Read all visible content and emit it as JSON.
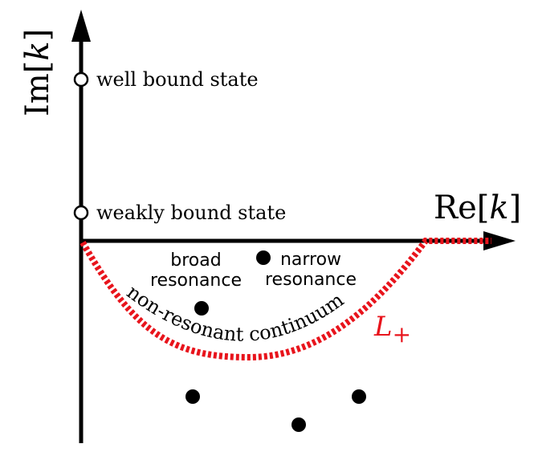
{
  "axes": {
    "imaginary_label_prefix": "Im[",
    "imaginary_label_var": "k",
    "imaginary_label_suffix": "]",
    "real_label_prefix": "Re[",
    "real_label_var": "k",
    "real_label_suffix": "]"
  },
  "states": {
    "well_bound": "well bound state",
    "weakly_bound": "weakly bound state"
  },
  "resonances": {
    "broad_line1": "broad",
    "broad_line2": "resonance",
    "narrow_line1": "narrow",
    "narrow_line2": "resonance"
  },
  "contour": {
    "continuum_label": "non-resonant continuum",
    "name_var": "L",
    "name_sub": "+"
  },
  "colors": {
    "axis": "#000000",
    "contour": "#e8141c",
    "point": "#000000"
  }
}
